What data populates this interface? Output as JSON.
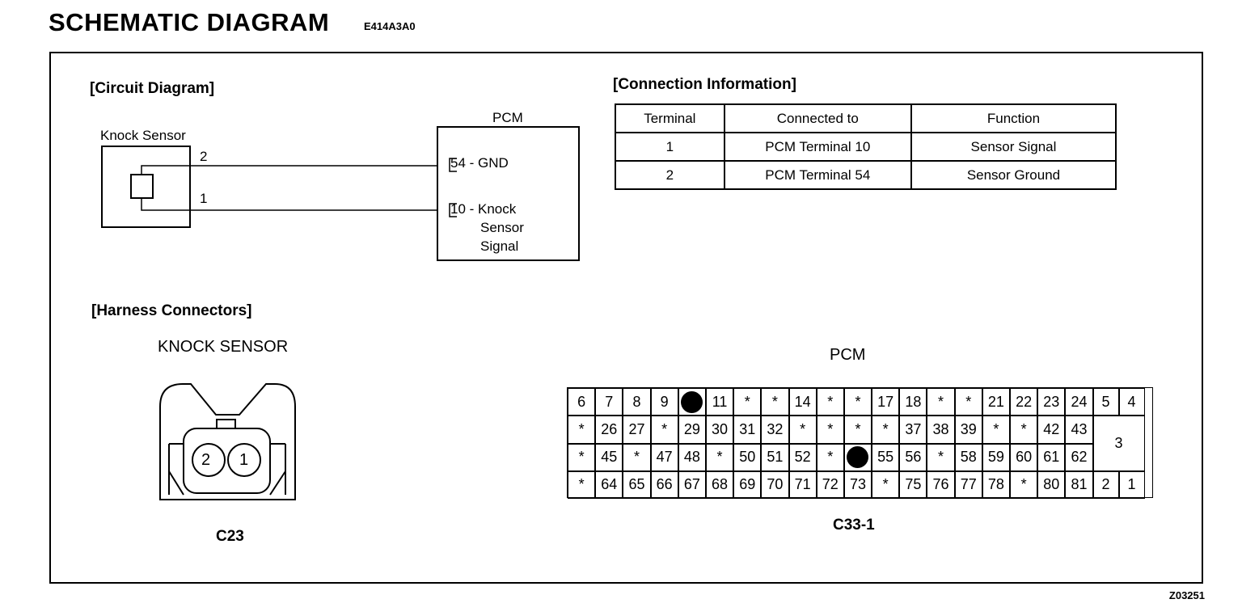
{
  "header": {
    "title": "SCHEMATIC DIAGRAM",
    "code": "E414A3A0"
  },
  "circuit": {
    "heading": "[Circuit Diagram]",
    "sensor_label": "Knock Sensor",
    "pcm_label": "PCM",
    "wire_top_num": "2",
    "wire_bottom_num": "1",
    "pin_gnd": "54 - GND",
    "pin_knock_line1": "10 - Knock",
    "pin_knock_line2": "Sensor",
    "pin_knock_line3": "Signal"
  },
  "connection": {
    "heading": "[Connection Information]",
    "headers": [
      "Terminal",
      "Connected to",
      "Function"
    ],
    "rows": [
      [
        "1",
        "PCM Terminal 10",
        "Sensor Signal"
      ],
      [
        "2",
        "PCM Terminal 54",
        "Sensor Ground"
      ]
    ]
  },
  "harness": {
    "heading": "[Harness Connectors]",
    "knock_title": "KNOCK SENSOR",
    "knock_pins": [
      "2",
      "1"
    ],
    "knock_id": "C23",
    "pcm_title": "PCM",
    "pcm_id": "C33-1",
    "pcm_rows": [
      [
        "6",
        "7",
        "8",
        "9",
        "●",
        "11",
        "*",
        "*",
        "14",
        "*",
        "*",
        "17",
        "18",
        "*",
        "*",
        "21",
        "22",
        "23",
        "24",
        "5",
        "4"
      ],
      [
        "*",
        "26",
        "27",
        "*",
        "29",
        "30",
        "31",
        "32",
        "*",
        "*",
        "*",
        "*",
        "37",
        "38",
        "39",
        "*",
        "*",
        "42",
        "43",
        "3"
      ],
      [
        "*",
        "45",
        "*",
        "47",
        "48",
        "*",
        "50",
        "51",
        "52",
        "*",
        "●",
        "55",
        "56",
        "*",
        "58",
        "59",
        "60",
        "61",
        "62"
      ],
      [
        "*",
        "64",
        "65",
        "66",
        "67",
        "68",
        "69",
        "70",
        "71",
        "72",
        "73",
        "*",
        "75",
        "76",
        "77",
        "78",
        "*",
        "80",
        "81",
        "2",
        "1"
      ]
    ]
  },
  "figure_ref": "Z03251"
}
